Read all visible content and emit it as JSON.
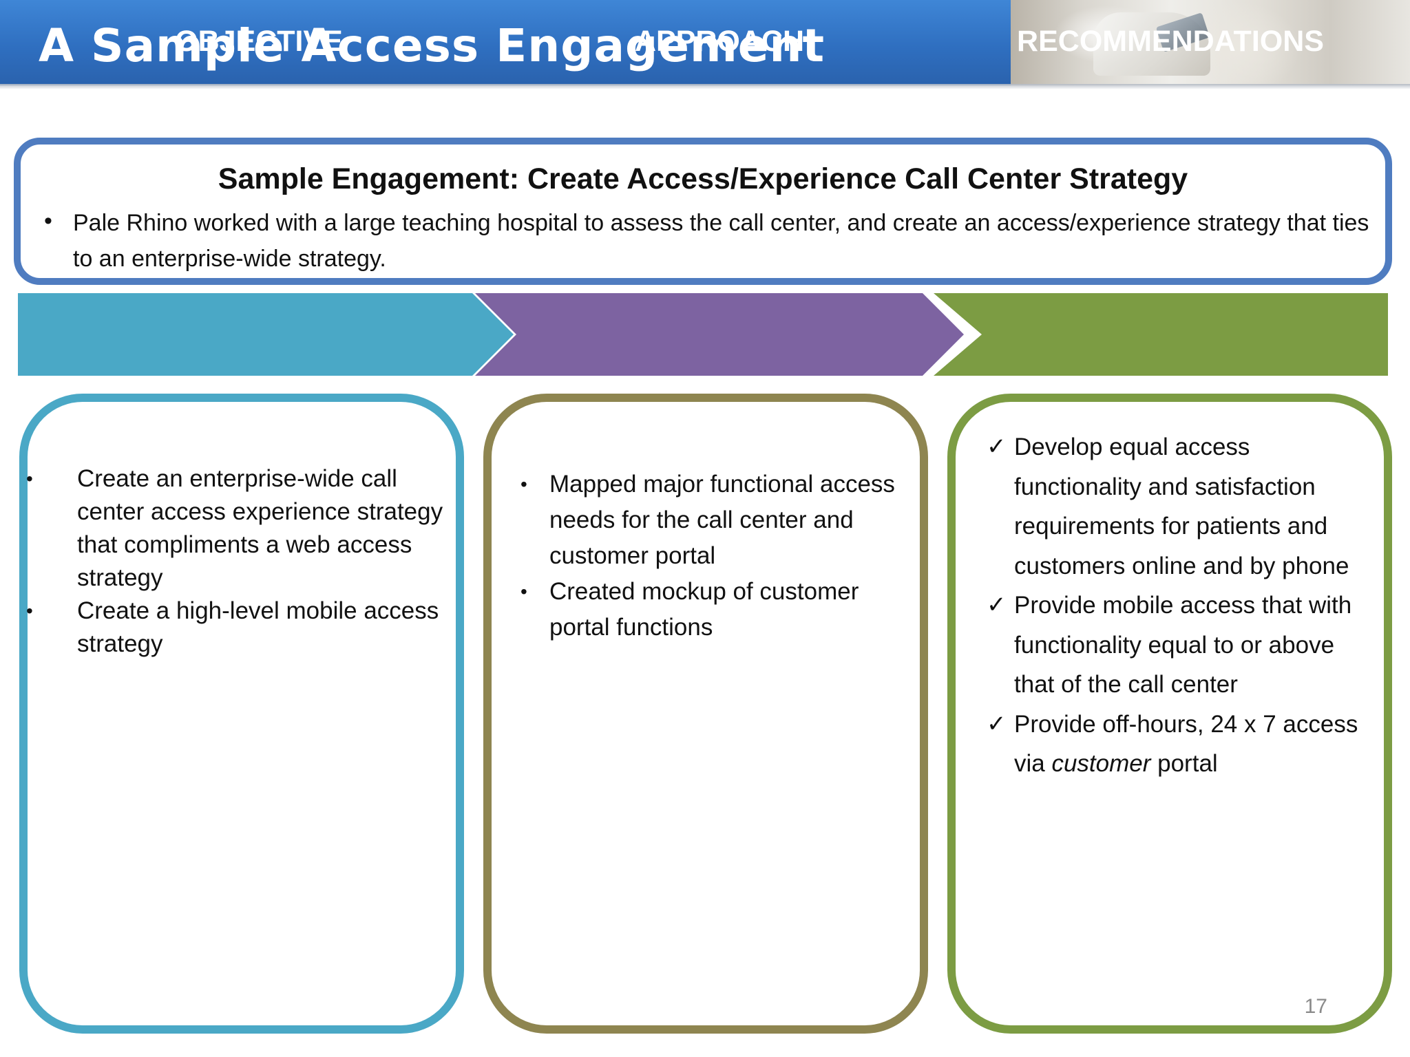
{
  "header": {
    "title": "A Sample Access Engagement"
  },
  "summary": {
    "title": "Sample Engagement: Create Access/Experience Call Center Strategy",
    "bullet_marker": "•",
    "text": "Pale Rhino worked with a large teaching hospital to assess the call center, and create an access/experience strategy that ties to an enterprise-wide strategy."
  },
  "stages": {
    "objective": "OBJECTIVE",
    "approach": "APPROACH",
    "recommendations": "RECOMMENDATIONS"
  },
  "objective_items": [
    "Create an enterprise-wide call center access experience strategy that compliments a web access strategy",
    "Create a high-level mobile access strategy"
  ],
  "approach_items": [
    "Mapped major functional access needs for the call center and customer portal",
    "Created mockup of customer portal functions"
  ],
  "recommendation_items": [
    "Develop equal access functionality and satisfaction requirements for patients and customers online and by phone",
    "Provide mobile access that with functionality equal to or above that of the call center",
    {
      "before": "Provide off-hours, 24 x 7 access via ",
      "emphasis": "customer",
      "after": " portal"
    }
  ],
  "markers": {
    "bullet": "•",
    "check": "✓"
  },
  "colors": {
    "header": "#2f6fc0",
    "summary_border": "#4f7cc0",
    "objective": "#4aa8c6",
    "approach": "#7d63a1",
    "approach_panel": "#8e8550",
    "recommendations": "#7c9c43"
  },
  "footer": {
    "page_number": "17"
  }
}
